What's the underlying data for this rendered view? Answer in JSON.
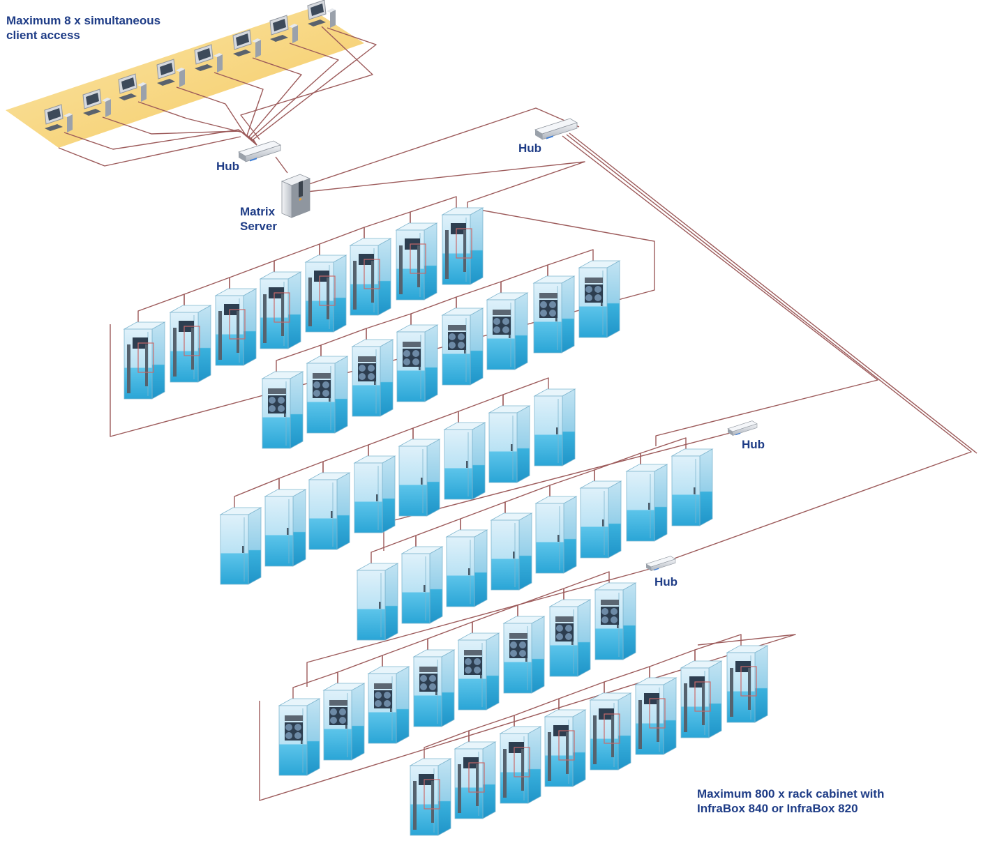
{
  "labels": {
    "clients_line1": "Maximum 8 x simultaneous",
    "clients_line2": "client access",
    "hub_main": "Hub",
    "hub_right": "Hub",
    "hub_mid": "Hub",
    "hub_low": "Hub",
    "server_line1": "Matrix",
    "server_line2": "Server",
    "racks_line1": "Maximum 800 x rack cabinet with",
    "racks_line2": "InfraBox 840 or InfraBox 820"
  },
  "colors": {
    "label_text": "#1e3c86",
    "cable": "#9c5a5a",
    "platform": "#f7d57e",
    "rack_glass": "#a9d8ef",
    "rack_water": "#3fb3de",
    "hub_body": "#d9dde3"
  },
  "counts": {
    "client_workstations": 8,
    "hubs": 4,
    "matrix_servers": 1
  }
}
